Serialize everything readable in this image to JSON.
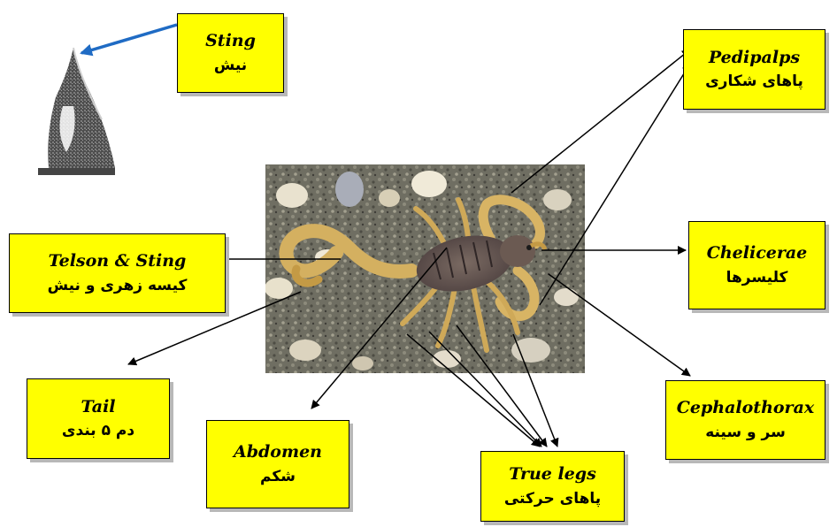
{
  "colors": {
    "label_fill": "#ffff00",
    "sting_arrow": "#1f6bc4",
    "arrow": "#000000"
  },
  "labels": {
    "sting": {
      "en": "Sting",
      "fa": "نیش"
    },
    "pedipalps": {
      "en": "Pedipalps",
      "fa": "پاهای شکاری"
    },
    "telson": {
      "en": "Telson & Sting",
      "fa": "کیسه زهری و نیش"
    },
    "chelicerae": {
      "en": "Chelicerae",
      "fa": "کلیسرها"
    },
    "tail": {
      "en": "Tail",
      "fa": "دم ۵ بندی"
    },
    "cephalothorax": {
      "en": "Cephalothorax",
      "fa": "سر و سینه"
    },
    "abdomen": {
      "en": "Abdomen",
      "fa": "شکم"
    },
    "true_legs": {
      "en": "True legs",
      "fa": "پاهای حرکتی"
    }
  },
  "images": {
    "photo": "scorpion-photo",
    "inset": "sting-closeup"
  }
}
